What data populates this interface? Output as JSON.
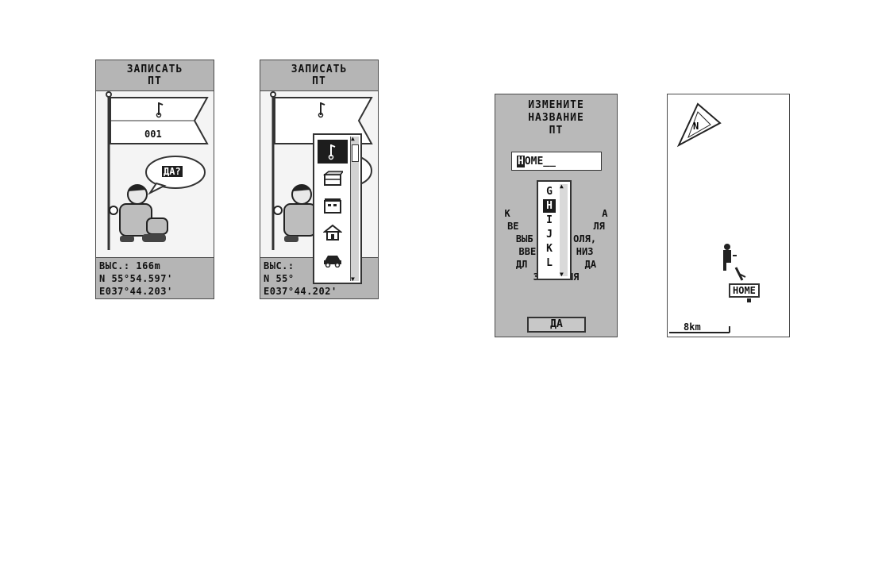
{
  "screen1": {
    "title_line1": "ЗАПИСАТЬ",
    "title_line2": "ПТ",
    "waypoint_number": "001",
    "prompt": "ДА?",
    "altitude": "ВЫС.: 166m",
    "latitude": "N  55°54.597'",
    "longitude": "E037°44.203'"
  },
  "screen2": {
    "title_line1": "ЗАПИСАТЬ",
    "title_line2": "ПТ",
    "altitude_partial": "ВЫС.:",
    "latitude_partial": "N  55°",
    "longitude": "E037°44.202'",
    "symbols": [
      "flag-icon",
      "box-icon",
      "building-icon",
      "house-icon",
      "car-icon"
    ]
  },
  "screen3": {
    "title_line1": "ИЗМЕНИТЕ",
    "title_line2": "НАЗВАНИЕ",
    "title_line3": "ПТ",
    "name_cursor_char": "H",
    "name_rest": "OME__",
    "body_lines": [
      "К                А",
      "ВЕ             ЛЯ",
      "ВЫБ       ОЛЯ,",
      "ВВЕ       НИЗ",
      "ДЛ          ДА",
      "ЗНАЧЕНИЯ"
    ],
    "char_options": [
      "G",
      "H",
      "I",
      "J",
      "K",
      "L"
    ],
    "selected_char": "H",
    "ok_label": "ДА"
  },
  "screen4": {
    "north_label": "N",
    "waypoint_label": "HOME",
    "scale_label": "8km"
  }
}
